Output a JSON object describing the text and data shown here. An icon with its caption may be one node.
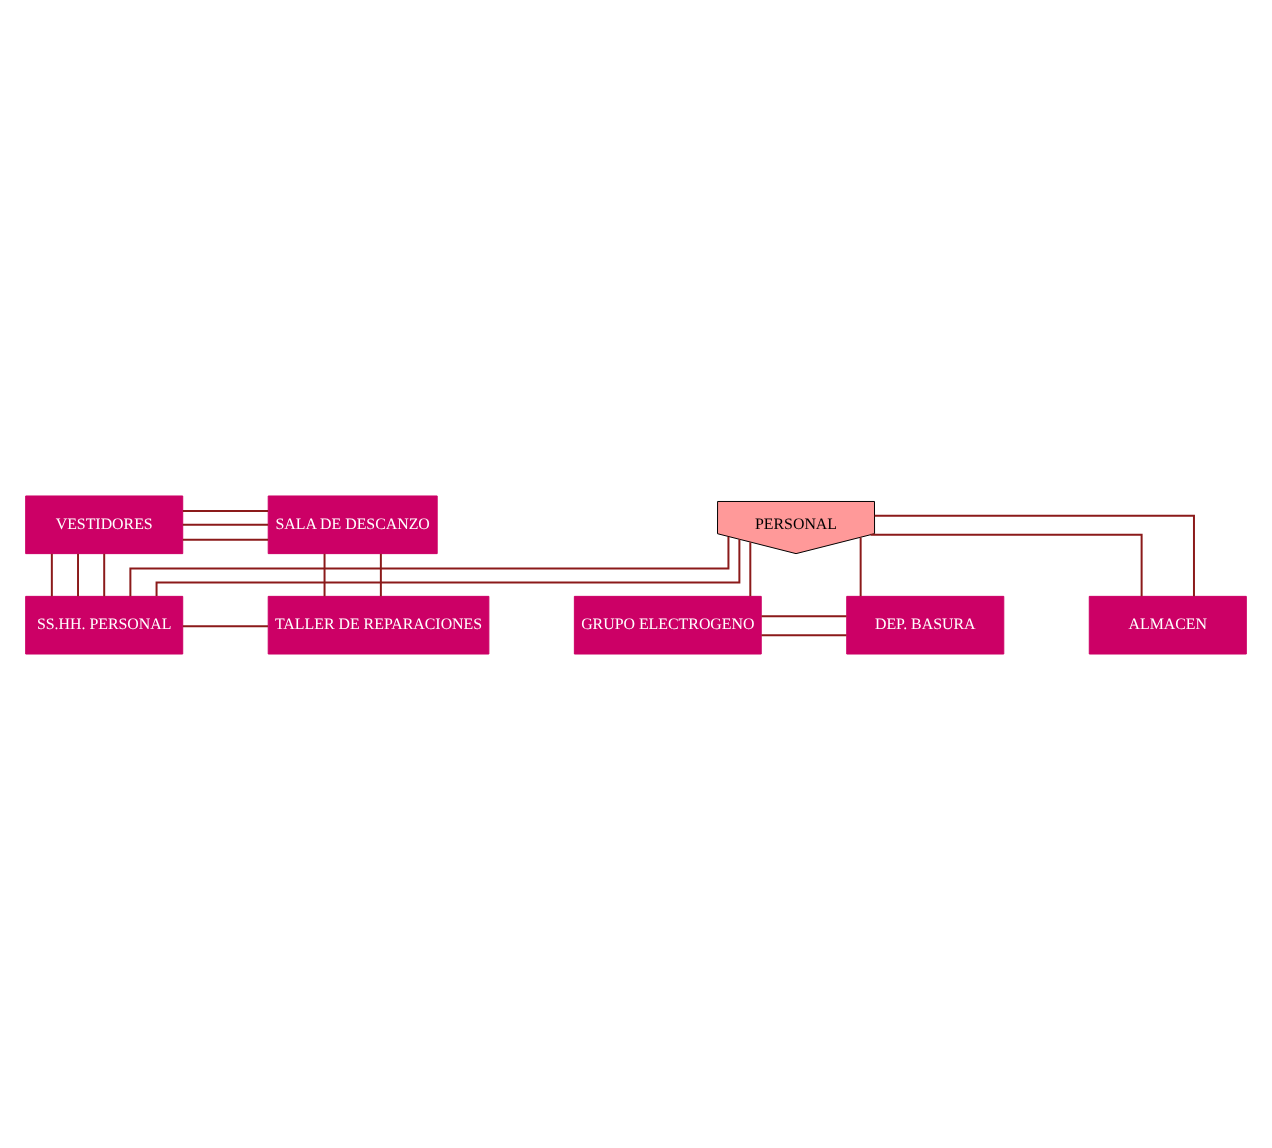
{
  "diagram": {
    "nodes": [
      {
        "text": [
          "PERSONAL"
        ]
      },
      {
        "text": [
          "VESTIDORES"
        ]
      },
      {
        "text": [
          "SALA DE DESCANZO"
        ]
      },
      {
        "text": [
          "SS.HH. PERSONAL"
        ]
      },
      {
        "text": [
          "TALLER DE REPARACIONES"
        ]
      },
      {
        "text": [
          "GRUPO ELECTROGENO"
        ]
      },
      {
        "text": [
          "DEP. BASURA"
        ]
      },
      {
        "text": [
          "ALMACEN"
        ]
      }
    ],
    "edges": [
      {
        "from": 1,
        "to": 2,
        "arrow": "none"
      },
      {
        "from": 1,
        "to": 2,
        "arrow": "none"
      },
      {
        "from": 1,
        "to": 2,
        "arrow": "none"
      },
      {
        "from": 1,
        "to": 3,
        "arrow": "none"
      },
      {
        "from": 1,
        "to": 3,
        "arrow": "none"
      },
      {
        "from": 1,
        "to": 3,
        "arrow": "none"
      },
      {
        "from": 2,
        "to": 4,
        "arrow": "none"
      },
      {
        "from": 2,
        "to": 4,
        "arrow": "none"
      },
      {
        "from": 0,
        "to": 3,
        "arrow": "none"
      },
      {
        "from": 0,
        "to": 3,
        "arrow": "none"
      },
      {
        "from": 3,
        "to": 4,
        "arrow": "none"
      },
      {
        "from": 5,
        "to": 6,
        "arrow": "none"
      },
      {
        "from": 5,
        "to": 6,
        "arrow": "none"
      },
      {
        "from": 0,
        "to": 5,
        "arrow": "none"
      },
      {
        "from": 0,
        "to": 6,
        "arrow": "none"
      },
      {
        "from": 0,
        "to": 7,
        "arrow": "none"
      },
      {
        "from": 0,
        "to": 7,
        "arrow": "none"
      }
    ]
  }
}
